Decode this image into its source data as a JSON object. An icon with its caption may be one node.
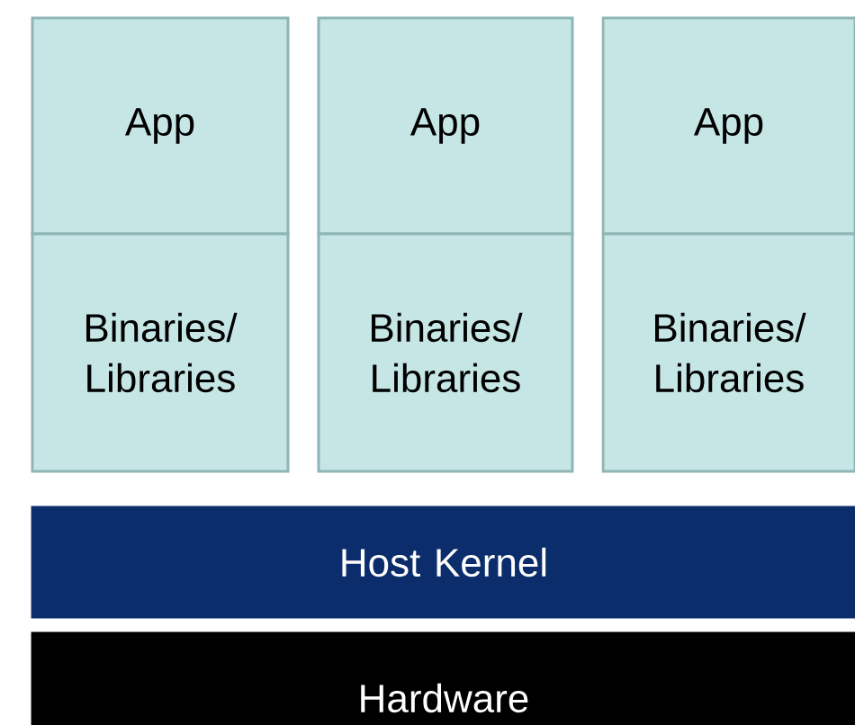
{
  "diagram": {
    "nodes": [
      {
        "text": [
          "App"
        ]
      },
      {
        "text": [
          "Binaries/ Libraries"
        ]
      },
      {
        "text": [
          "App"
        ]
      },
      {
        "text": [
          "Binaries/ Libraries"
        ]
      },
      {
        "text": [
          "App"
        ]
      },
      {
        "text": [
          "Binaries/ Libraries"
        ]
      },
      {
        "text": [
          "Host Kernel"
        ]
      },
      {
        "text": [
          "Hardware"
        ]
      }
    ]
  }
}
